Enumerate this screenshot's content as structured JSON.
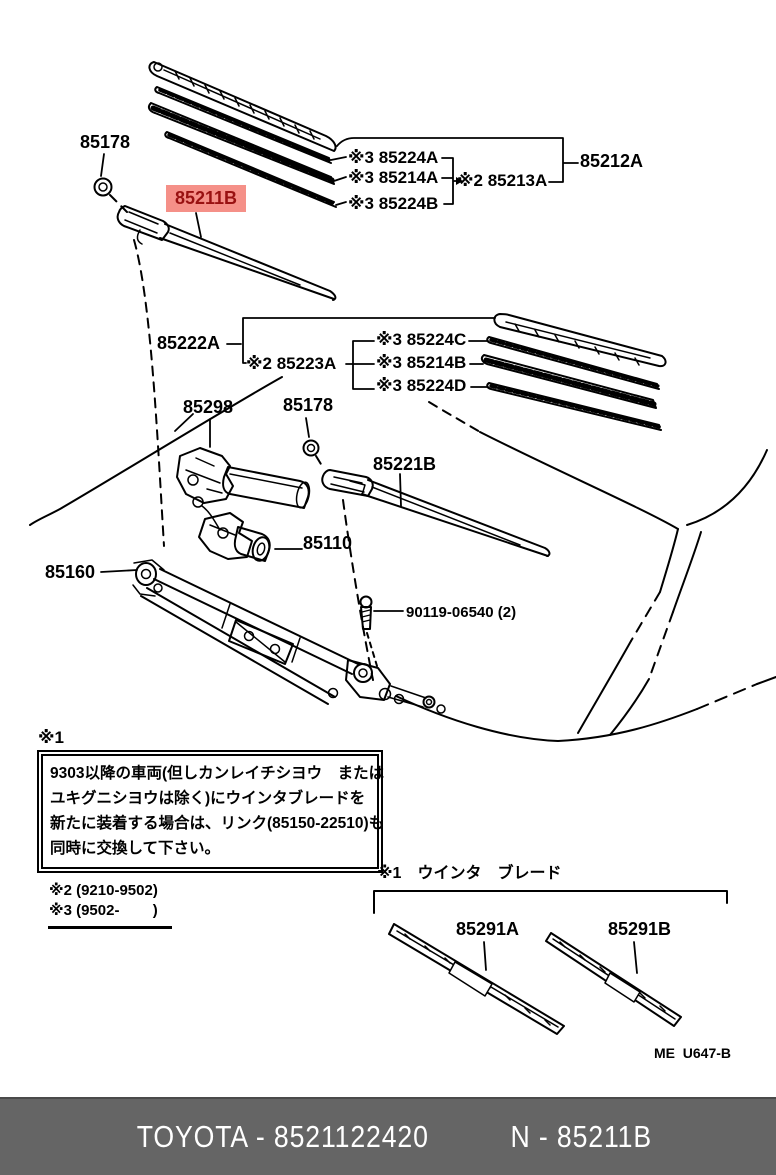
{
  "part_labels": {
    "p85178_top": "85178",
    "p85211b": "85211B",
    "p85224a": "※3 85224A",
    "p85214a": "※3 85214A",
    "p85224b": "※3 85224B",
    "p85213a": "※2 85213A",
    "p85212a": "85212A",
    "p85222a": "85222A",
    "p85223a": "※2 85223A",
    "p85224c": "※3 85224C",
    "p85214b": "※3 85214B",
    "p85224d": "※3 85224D",
    "p85298": "85298",
    "p85178_mid": "85178",
    "p85221b": "85221B",
    "p85110": "85110",
    "p85160": "85160",
    "p90119": "90119-06540 (2)"
  },
  "note": {
    "ref": "※1",
    "lines": [
      "9303以降の車両(但しカンレイチシヨウ　または",
      "ユキグニシヨウは除く)にウインタブレードを",
      "新たに装着する場合は、リンク(85150-22510)も",
      "同時に交換して下さい。"
    ]
  },
  "date_refs": {
    "ref2": "※2 (9210-9502)",
    "ref3": "※3 (9502-        )"
  },
  "winter": {
    "title": "※1　ウインタ　ブレード",
    "p85291a": "85291A",
    "p85291b": "85291B"
  },
  "drawing_code": "ME  U647-B",
  "footer": {
    "left": "TOYOTA - 8521122420",
    "right": "N - 85211B"
  },
  "colors": {
    "highlight_bg": "#F59088",
    "highlight_fg": "#991111",
    "footer_bg": "#656565",
    "line": "#000000"
  }
}
